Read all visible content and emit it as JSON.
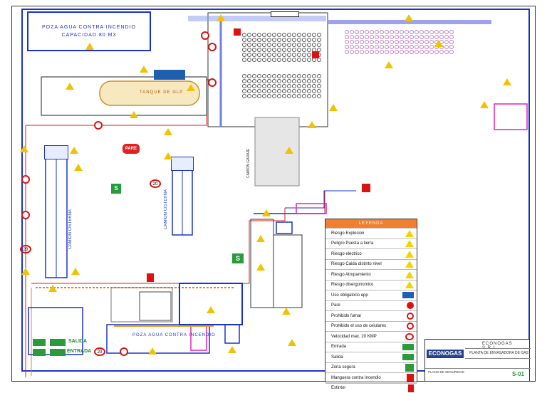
{
  "pool_top": {
    "line1": "POZA AGUA CONTRA INCENDIO",
    "line2": "CAPACIDAD 80 M3"
  },
  "tank_label": "TANQUE DE GLP",
  "truck_label_1": "CAMION CISTERNA",
  "truck_label_2": "CAMION CISTERNA",
  "camion_garaje": "CAMION GARAJE",
  "pare_label": "PARE",
  "speed_label": "20",
  "salida_label": "SALIDA",
  "entrada_label": "ENTRADA",
  "pool_bottom": "POZA AGUA CONTRA INCENDIO",
  "legend": {
    "title": "LEYENDA",
    "items": [
      {
        "label": "Riesgo Explosion",
        "icon": "warning-yellow"
      },
      {
        "label": "Peligro Puesta a tierra",
        "icon": "warning-yellow"
      },
      {
        "label": "Riesgo eléctrico",
        "icon": "warning-yellow"
      },
      {
        "label": "Riesgo Caida distinto nivel",
        "icon": "warning-yellow"
      },
      {
        "label": "Riesgo Atropamiento",
        "icon": "warning-yellow"
      },
      {
        "label": "Riesgo disergonomico",
        "icon": "warning-yellow"
      },
      {
        "label": "Uso obligatorio epp",
        "icon": "mandatory-blue"
      },
      {
        "label": "Pare",
        "icon": "stop-red"
      },
      {
        "label": "Prohibido fumar",
        "icon": "prohibited-red"
      },
      {
        "label": "Prohibido el uso de celulares",
        "icon": "prohibited-red"
      },
      {
        "label": "Velocidad max. 20 KMP",
        "icon": "speed-red"
      },
      {
        "label": "Entrada",
        "icon": "green-sign"
      },
      {
        "label": "Salida",
        "icon": "green-sign"
      },
      {
        "label": "Zona segura",
        "icon": "green-sign"
      },
      {
        "label": "Manguera contra Incendio",
        "icon": "red-sign"
      },
      {
        "label": "Extintor",
        "icon": "red-sign"
      }
    ]
  },
  "title_block": {
    "company": "ECONOGAS S.R.L.",
    "logo": "ECONOGAS",
    "project": "PLANTA DE ENVASADORA DE GAS",
    "plan_title": "PLANO DE SEGURIDAD",
    "sheet": "S-01"
  },
  "colors": {
    "outline": "#1a33cc",
    "warning": "#f4d400",
    "legend_header": "#f08030",
    "prohibited": "#d11111",
    "safe": "#2a9a3a"
  }
}
